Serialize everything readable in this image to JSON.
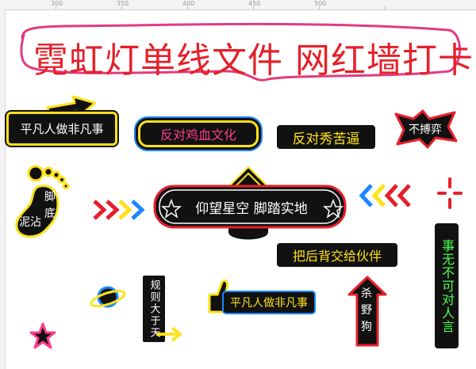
{
  "ruler": {
    "ticks": [
      "300",
      "350",
      "400",
      "450",
      "500"
    ]
  },
  "title": "霓虹灯单线文件 网红墙打卡",
  "signs": {
    "ordinary": "平凡人做非凡事",
    "anti_chicken_soup": "反对鸡血文化",
    "anti_show_bitter": "反对秀苦逼",
    "no_fight": "不搏弈",
    "foot_1": "脚",
    "foot_2": "底",
    "foot_3": "泥沾",
    "stars": "仰望星空 脚踏实地",
    "back": "把后背交给伙伴",
    "vertical_green": "事无不可对人言",
    "rules": "规则大于天",
    "thumb": "平凡人做非凡事",
    "kill_1": "杀",
    "kill_2": "野",
    "kill_3": "狗"
  },
  "colors": {
    "neon_yellow": "#ffe21a",
    "neon_red": "#e5202a",
    "neon_blue": "#1b86ff",
    "neon_pink": "#ff3d8b",
    "neon_green": "#4cff4c",
    "panel": "#111111"
  },
  "icons": [
    "arrow-icon",
    "foot-icon",
    "chevron-icon",
    "crosshair-icon",
    "planet-icon",
    "thumb-up-icon",
    "star-icon"
  ]
}
